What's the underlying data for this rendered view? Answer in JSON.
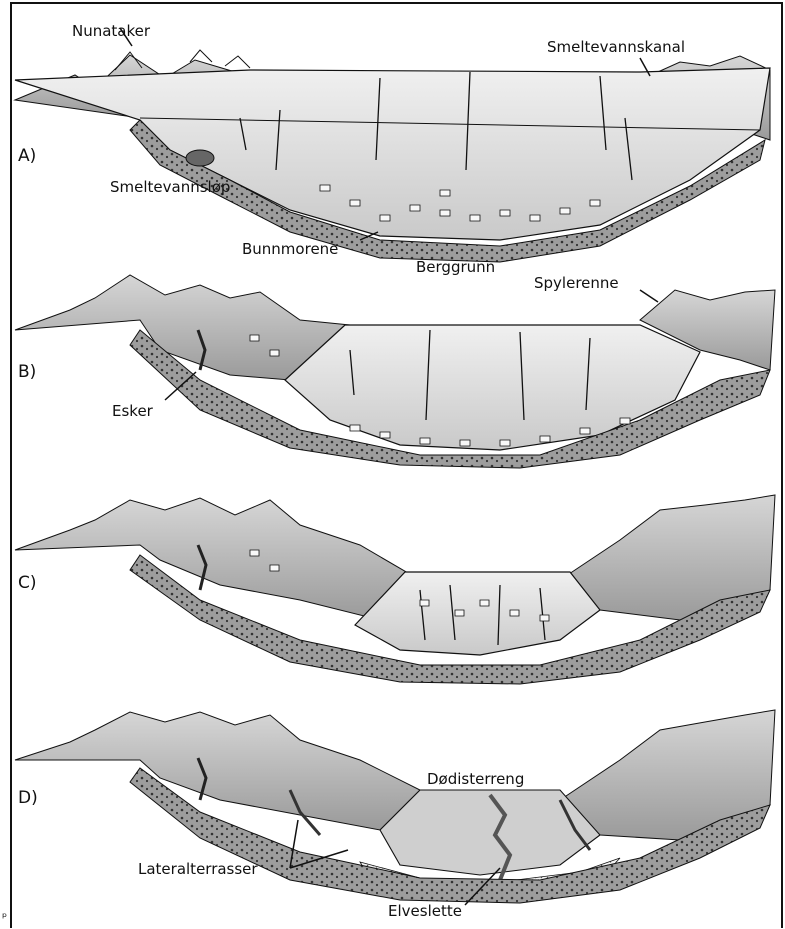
{
  "panels": [
    {
      "id": "A",
      "letter": "A)"
    },
    {
      "id": "B",
      "letter": "B)"
    },
    {
      "id": "C",
      "letter": "C)"
    },
    {
      "id": "D",
      "letter": "D)"
    }
  ],
  "labels": {
    "nunataker": "Nunataker",
    "smeltevannskanal": "Smeltevannskanal",
    "smeltevannslop": "Smeltevannsløp",
    "bunnmorene": "Bunnmorene",
    "berggrunn": "Berggrunn",
    "spylerenne": "Spylerenne",
    "esker": "Esker",
    "dodisterreng": "Dødisterreng",
    "lateralterrasser": "Lateralterrasser",
    "elveslette": "Elveslette"
  },
  "stray_mark": "ᵖ",
  "colors": {
    "ice": "#e4e4e4",
    "ice_face": "#cfcfcf",
    "rock": "#a9a9a9",
    "moraine": "#8d8d8d",
    "ink": "#111111",
    "water": "#bdbdbd"
  }
}
